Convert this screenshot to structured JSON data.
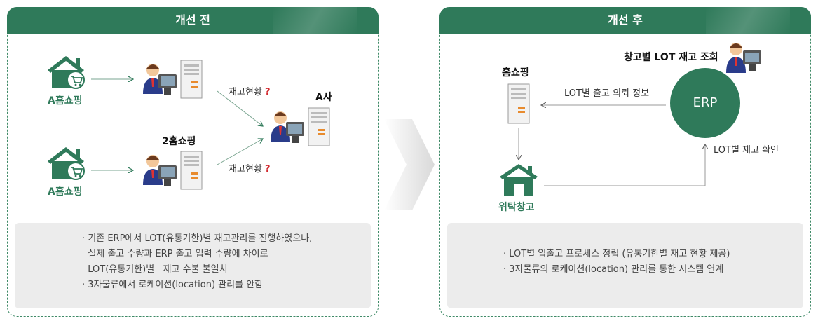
{
  "before": {
    "title": "개선 전",
    "shop_a_top": "A홈쇼핑",
    "shop_a_bottom": "A홈쇼핑",
    "shop2": "2홈쇼핑",
    "company": "A사",
    "inventory_q1": "재고현황",
    "inventory_q2": "재고현황",
    "qmark": "?",
    "notes": [
      "· 기존 ERP에서 LOT(유통기한)별 재고관리를 진행하였으나,",
      "  실제 출고 수량과 ERP 출고 입력 수량에 차이로",
      "  LOT(유통기한)별   재고 수불 불일치",
      "· 3자물류에서 로케이션(location) 관리를 안함"
    ]
  },
  "after": {
    "title": "개선 후",
    "home_shopping": "홈쇼핑",
    "warehouse": "위탁창고",
    "erp": "ERP",
    "lookup": "창고별 LOT 재고 조회",
    "shipping_info": "LOT별 출고 의뢰 정보",
    "confirm": "LOT별 재고 확인",
    "notes": [
      "· LOT별 입출고 프로세스 정립 (유통기한별 재고 현황 제공)",
      "· 3자물류의 로케이션(location) 관리를 통한 시스템 연계"
    ]
  },
  "colors": {
    "brand_green": "#2f7a5a",
    "question_red": "#d2282e",
    "note_bg": "#ececec"
  },
  "icons": [
    "house-cart-icon",
    "person-computer-icon",
    "server-icon",
    "warehouse-icon",
    "big-right-arrow-icon"
  ]
}
